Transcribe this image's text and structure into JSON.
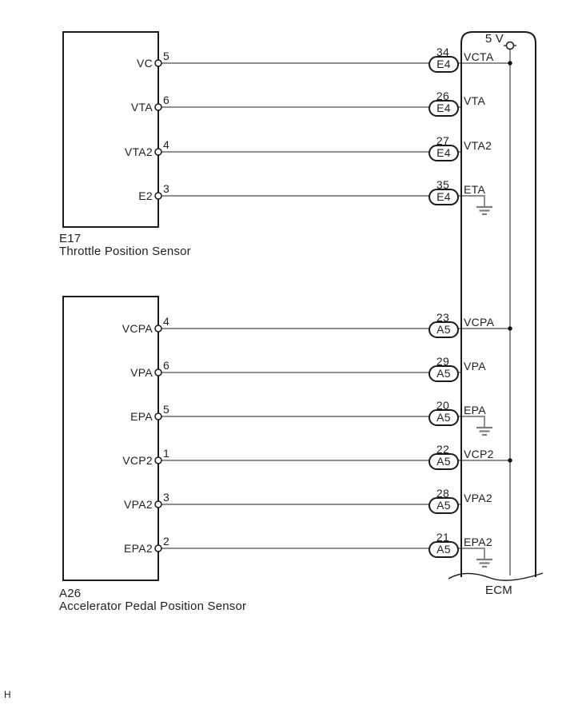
{
  "page": {
    "footer_mark": "H"
  },
  "ecm": {
    "label": "ECM",
    "supply_label": "5 V"
  },
  "sensors": [
    {
      "code": "E17",
      "name": "Throttle Position Sensor",
      "rows": [
        {
          "pin_label": "VC",
          "pin_number": "5",
          "ecm_pin_number": "34",
          "connector": "E4",
          "signal": "VCTA"
        },
        {
          "pin_label": "VTA",
          "pin_number": "6",
          "ecm_pin_number": "26",
          "connector": "E4",
          "signal": "VTA"
        },
        {
          "pin_label": "VTA2",
          "pin_number": "4",
          "ecm_pin_number": "27",
          "connector": "E4",
          "signal": "VTA2"
        },
        {
          "pin_label": "E2",
          "pin_number": "3",
          "ecm_pin_number": "35",
          "connector": "E4",
          "signal": "ETA"
        }
      ]
    },
    {
      "code": "A26",
      "name": "Accelerator Pedal Position Sensor",
      "rows": [
        {
          "pin_label": "VCPA",
          "pin_number": "4",
          "ecm_pin_number": "23",
          "connector": "A5",
          "signal": "VCPA"
        },
        {
          "pin_label": "VPA",
          "pin_number": "6",
          "ecm_pin_number": "29",
          "connector": "A5",
          "signal": "VPA"
        },
        {
          "pin_label": "EPA",
          "pin_number": "5",
          "ecm_pin_number": "20",
          "connector": "A5",
          "signal": "EPA"
        },
        {
          "pin_label": "VCP2",
          "pin_number": "1",
          "ecm_pin_number": "22",
          "connector": "A5",
          "signal": "VCP2"
        },
        {
          "pin_label": "VPA2",
          "pin_number": "3",
          "ecm_pin_number": "28",
          "connector": "A5",
          "signal": "VPA2"
        },
        {
          "pin_label": "EPA2",
          "pin_number": "2",
          "ecm_pin_number": "21",
          "connector": "A5",
          "signal": "EPA2"
        }
      ]
    }
  ],
  "colors": {
    "wire": "#8f8f8f",
    "line": "#1a1a1a",
    "junction": "#111111"
  }
}
